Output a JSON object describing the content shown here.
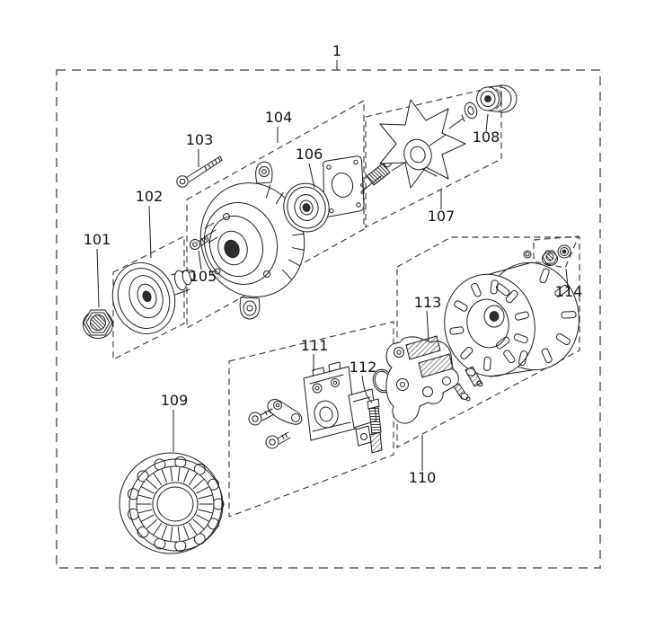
{
  "diagram": {
    "assembly_callout": "1",
    "part_callouts": [
      "101",
      "102",
      "103",
      "104",
      "105",
      "106",
      "107",
      "108",
      "109",
      "110",
      "111",
      "112",
      "113",
      "114"
    ]
  },
  "colors": {
    "background": "#ffffff",
    "ink": "#1c1c1c",
    "outer_border": "#707070",
    "group_box": "#3c3c3c",
    "label_text": "#111111"
  }
}
